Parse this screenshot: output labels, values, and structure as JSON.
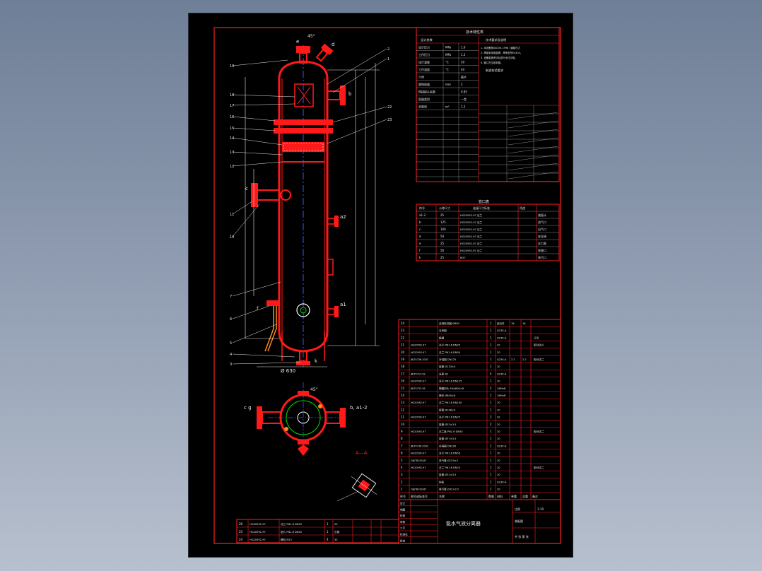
{
  "drawing": {
    "title": "氨水气液分离器",
    "view_label": "A—A",
    "diameter_label": "Ø 630",
    "section_top_label": "45°",
    "nozzle_marks": [
      "e",
      "d",
      "c",
      "b",
      "a1",
      "a2",
      "f",
      "k"
    ],
    "plan_view_labels": {
      "left": "c  g",
      "right": "b, a1-2",
      "angle": "45°"
    }
  },
  "tech_table": {
    "header": "技术特性表",
    "col_left": "设计参数",
    "col_right": "技术要求及说明",
    "rows": [
      [
        "设计压力",
        "MPa",
        "1.6"
      ],
      [
        "工作压力",
        "MPa",
        "1.2"
      ],
      [
        "设计温度",
        "°C",
        "50"
      ],
      [
        "工作温度",
        "°C",
        "40"
      ],
      [
        "介质",
        "",
        "氨水"
      ],
      [
        "腐蚀裕量",
        "mm",
        "2"
      ],
      [
        "焊接接头系数",
        "",
        "0.85"
      ],
      [
        "容器类别",
        "",
        "一类"
      ],
      [
        "全容积",
        "m³",
        "1.2"
      ]
    ],
    "notes_header": "制造检验要求",
    "notes": [
      "1. 本设备按GB150-1998《钢制压力容器》进行制造、试验和验收。",
      "2. 焊接采用电弧焊，焊条型号E4303。",
      "3. 设备制造完毕后进行水压试验。",
      "4. 管口方位按本图。"
    ]
  },
  "nozzle_table": {
    "header": "管口表",
    "columns": [
      "符号",
      "公称尺寸",
      "连接尺寸标准",
      "用途"
    ],
    "rows": [
      [
        "a1-2",
        "25",
        "HG20592-97 法兰",
        "液面计"
      ],
      [
        "b",
        "125",
        "HG20592-97 法兰",
        "进气口"
      ],
      [
        "c",
        "100",
        "HG20592-97 法兰",
        "出气口"
      ],
      [
        "d",
        "50",
        "HG20592-97 法兰",
        "安全阀"
      ],
      [
        "e",
        "25",
        "HG20592-97 法兰",
        "压力表"
      ],
      [
        "f",
        "50",
        "HG20592-97 法兰",
        "排液口"
      ],
      [
        "k",
        "25",
        "M27",
        "排污口"
      ]
    ]
  },
  "bom": {
    "header_cols": [
      "序号",
      "图号或标准号",
      "名称",
      "数量",
      "材料",
      "单重",
      "总重",
      "备注"
    ],
    "rows": [
      [
        "24",
        "",
        "丝网除沫器 Ø600",
        "1",
        "组合件",
        "16",
        "16",
        ""
      ],
      [
        "23",
        "",
        "支承圈",
        "1",
        "Q235-A",
        "",
        "",
        ""
      ],
      [
        "22",
        "",
        "格栅",
        "1",
        "Q235-A",
        "",
        "",
        "订货"
      ],
      [
        "21",
        "HG20592-97",
        "法兰 PN1.6 DN25",
        "1",
        "20",
        "",
        "",
        "配对法兰"
      ],
      [
        "20",
        "HG20592-97",
        "法兰 PN1.6 DN50",
        "1",
        "20",
        "",
        "",
        ""
      ],
      [
        "19",
        "JB/T4736-2002",
        "补强圈 DN125",
        "1",
        "Q235-A",
        "2.2",
        "2.2",
        "配对法兰"
      ],
      [
        "18",
        "",
        "接管 Ø133×4",
        "1",
        "20",
        "",
        "",
        ""
      ],
      [
        "17",
        "JB/T4712-92",
        "支座 B2",
        "4",
        "Q235-A",
        "",
        "",
        ""
      ],
      [
        "16",
        "HG20592-97",
        "法兰 PN1.6 DN125",
        "1",
        "20",
        "",
        "",
        ""
      ],
      [
        "15",
        "JB/T4737-95",
        "椭圆封头 EHA600×8",
        "2",
        "16MnR",
        "",
        "",
        ""
      ],
      [
        "14",
        "",
        "筒体 Ø600×8",
        "1",
        "16MnR",
        "",
        "",
        ""
      ],
      [
        "13",
        "HG20592-97",
        "法兰 PN1.6 DN100",
        "1",
        "20",
        "",
        "",
        ""
      ],
      [
        "12",
        "",
        "接管 Ø108×4",
        "1",
        "20",
        "",
        "",
        ""
      ],
      [
        "11",
        "HG20592-97",
        "法兰 PN1.6 DN25",
        "2",
        "20",
        "",
        "",
        ""
      ],
      [
        "10",
        "",
        "接管 Ø32×3.5",
        "2",
        "20",
        "",
        "",
        ""
      ],
      [
        "9",
        "HG20592-97",
        "法兰盖 PN1.6 DN50",
        "1",
        "20",
        "",
        "",
        "配对法兰"
      ],
      [
        "8",
        "",
        "接管 Ø57×3.5",
        "1",
        "20",
        "",
        "",
        ""
      ],
      [
        "7",
        "JB/T4736-2002",
        "补强圈 DN100",
        "1",
        "Q235-A",
        "",
        "",
        ""
      ],
      [
        "6",
        "HG20592-97",
        "法兰 PN1.6 DN50",
        "1",
        "20",
        "",
        "",
        ""
      ],
      [
        "5",
        "GB/T8163-87",
        "进气管 Ø133×4",
        "1",
        "20",
        "",
        "",
        ""
      ],
      [
        "4",
        "HG20592-97",
        "法兰 PN1.6 DN25",
        "1",
        "20",
        "",
        "",
        "配对法兰"
      ],
      [
        "3",
        "",
        "接管 Ø32×3.5",
        "1",
        "20",
        "",
        "",
        ""
      ],
      [
        "2",
        "",
        "挡板",
        "1",
        "Q235-A",
        "",
        "",
        ""
      ],
      [
        "1",
        "GB/T8163-87",
        "排污管 Ø32×3.5",
        "1",
        "20",
        "",
        "",
        ""
      ]
    ],
    "low_rows": [
      [
        "26",
        "HG20592-97",
        "法兰 PN1.6 DN25",
        "1",
        "20",
        "",
        "",
        ""
      ],
      [
        "25",
        "HG20592-97",
        "垫片 PN1.6 DN25",
        "1",
        "石棉",
        "",
        "",
        ""
      ],
      [
        "24",
        "HG20592-97",
        "螺栓 M12",
        "4",
        "35",
        "",
        "",
        ""
      ]
    ]
  },
  "title_block": {
    "name": "氨水气液分离器",
    "labels": [
      "设计",
      "制图",
      "校核",
      "审核",
      "工艺",
      "标准化",
      "批准"
    ],
    "scale_label": "比例",
    "scale": "1:10",
    "sheet_label": "共 张 第 张",
    "dwg_no": "装配图"
  },
  "colors": {
    "frame": "#ff2020",
    "vessel": "#ff1a1a",
    "center": "#3a55ff",
    "line": "#e8e8e8",
    "accent_green": "#00e000",
    "accent_orange": "#ff8c1a"
  }
}
